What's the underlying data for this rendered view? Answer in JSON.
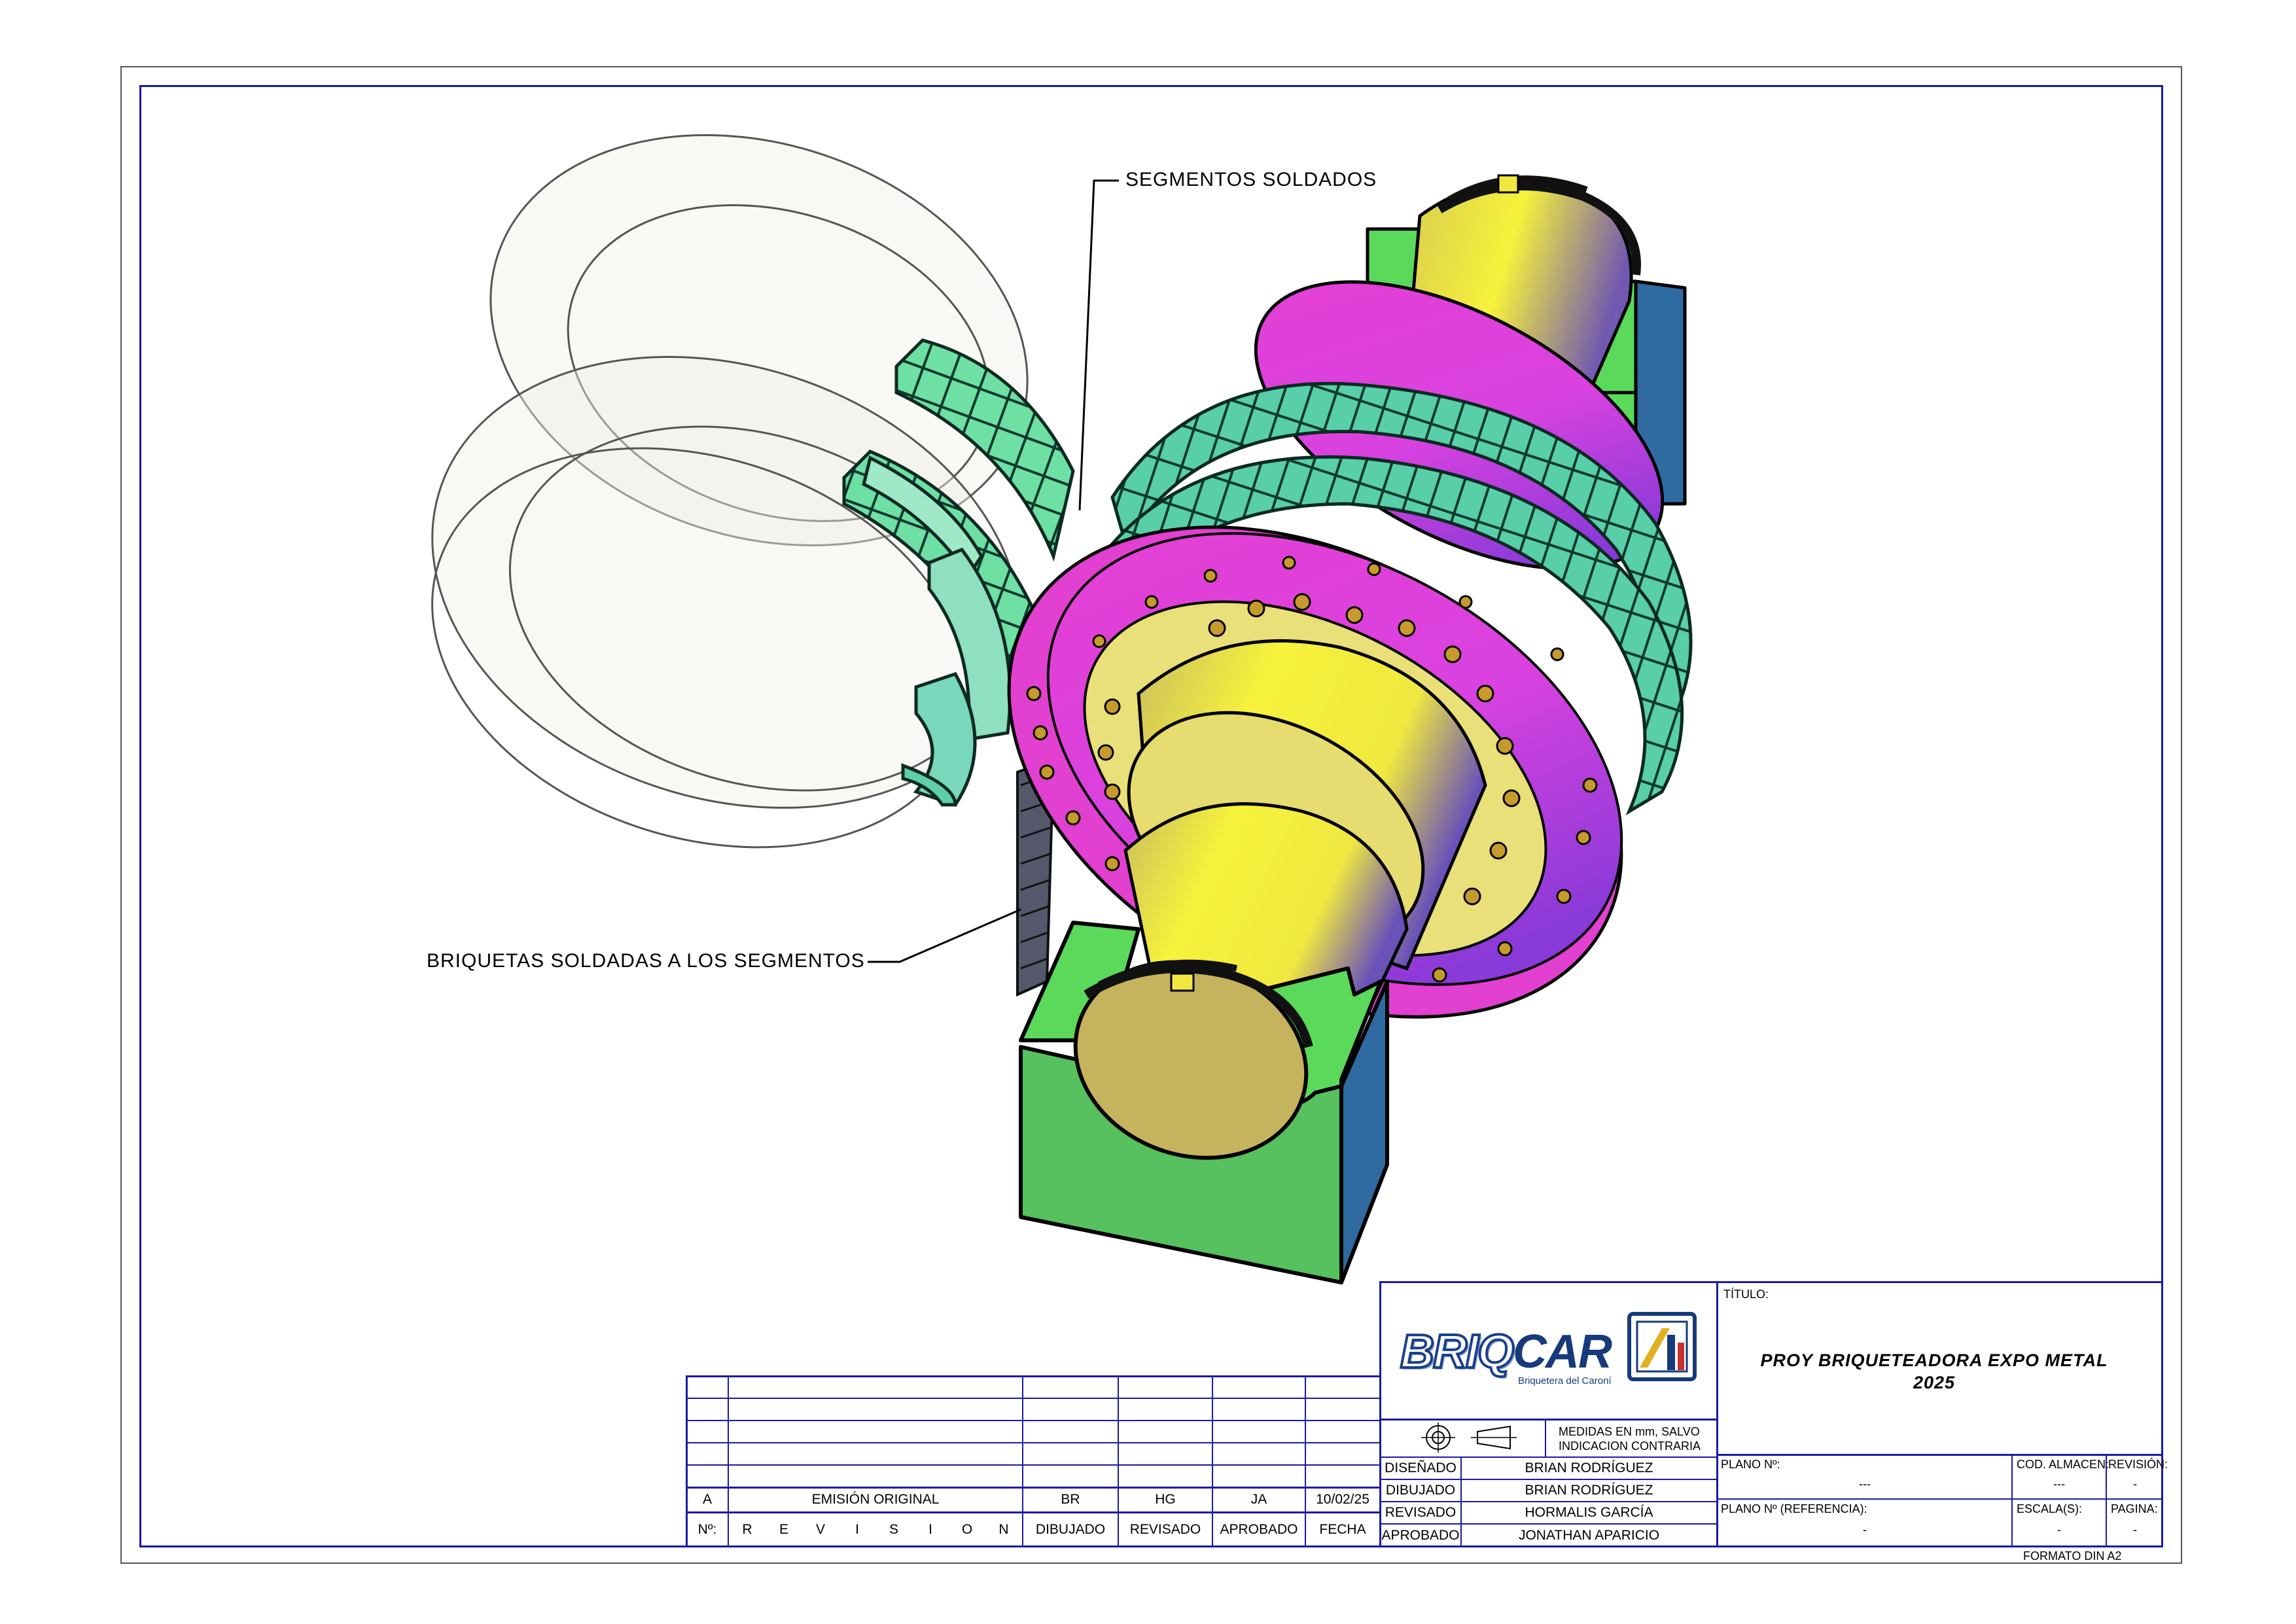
{
  "annotations": {
    "segments": "SEGMENTOS SOLDADOS",
    "briquettes": "BRIQUETAS SOLDADAS A LOS SEGMENTOS"
  },
  "logo": {
    "brand_a": "BRIQ",
    "brand_b": "CAR",
    "tagline": "Briquetera del Caroní"
  },
  "title_block": {
    "titulo_label": "TÍTULO:",
    "title_line1": "PROY BRIQUETEADORA EXPO METAL",
    "title_line2": "2025",
    "units_note_line1": "MEDIDAS EN mm, SALVO",
    "units_note_line2": "INDICACION CONTRARIA",
    "roles": [
      {
        "role": "DISEÑADO",
        "name": "BRIAN RODRÍGUEZ"
      },
      {
        "role": "DIBUJADO",
        "name": "BRIAN RODRÍGUEZ"
      },
      {
        "role": "REVISADO",
        "name": "HORMALIS GARCÍA"
      },
      {
        "role": "APROBADO",
        "name": "JONATHAN APARICIO"
      }
    ],
    "plano_label": "PLANO Nº:",
    "plano_value": "---",
    "cod_almacen_label": "COD. ALMACEN:",
    "cod_almacen_value": "---",
    "revision_label": "REVISIÓN:",
    "revision_value": "-",
    "plano_ref_label": "PLANO Nº (REFERENCIA):",
    "plano_ref_value": "-",
    "escala_label": "ESCALA(S):",
    "escala_value": "-",
    "pagina_label": "PAGINA:",
    "pagina_value": "-",
    "formato": "FORMATO DIN A2"
  },
  "revision_table": {
    "row": {
      "rev": "A",
      "description": "EMISIÓN ORIGINAL",
      "dibujado": "BR",
      "revisado": "HG",
      "aprobado": "JA",
      "fecha": "10/02/25"
    },
    "header": {
      "num": "Nº:",
      "revision_letters": [
        "R",
        "E",
        "V",
        "I",
        "S",
        "I",
        "O",
        "N"
      ],
      "dibujado": "DIBUJADO",
      "revisado": "REVISADO",
      "aprobado": "APROBADO",
      "fecha": "FECHA"
    }
  },
  "colors": {
    "frame_blue": "#1a1aa6",
    "bearing_green": "#5bd95b",
    "bearing_blue": "#2f6aa0",
    "shaft_yellow": "#f4ef3a",
    "flange_magenta": "#e43fd6",
    "segment_teal": "#5fd4a6",
    "shell_gray": "#e8e8e0"
  }
}
